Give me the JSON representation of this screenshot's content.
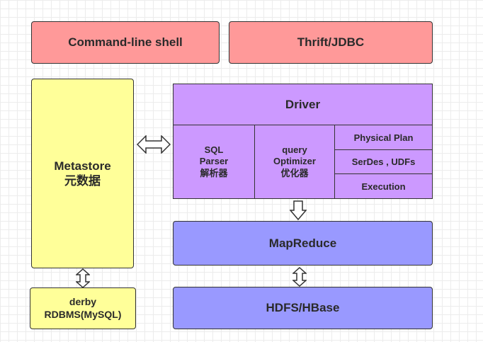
{
  "top": {
    "cli": "Command-line shell",
    "thrift": "Thrift/JDBC"
  },
  "metastore": {
    "line1": "Metastore",
    "line2": "元数据"
  },
  "storage_left": {
    "line1": "derby",
    "line2": "RDBMS(MySQL)"
  },
  "driver": {
    "title": "Driver",
    "parser": {
      "line1": "SQL",
      "line2": "Parser",
      "line3": "解析器"
    },
    "optimizer": {
      "line1": "query",
      "line2": "Optimizer",
      "line3": "优化器"
    },
    "physical_plan": "Physical Plan",
    "serdes": "SerDes , UDFs",
    "execution": "Execution"
  },
  "mapreduce": "MapReduce",
  "hdfs": "HDFS/HBase",
  "colors": {
    "pink": "#ff9999",
    "yellow": "#ffff99",
    "purple": "#cc99ff",
    "blue": "#9999ff"
  }
}
